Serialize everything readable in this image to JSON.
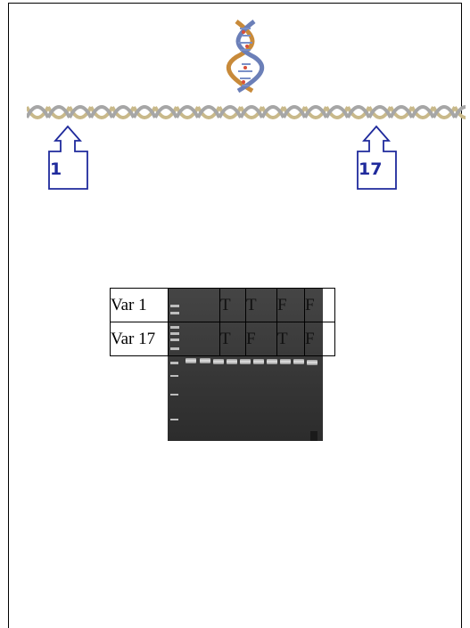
{
  "markers": {
    "left": "1",
    "right": "17"
  },
  "table": {
    "rows": [
      {
        "label": "Var 1",
        "values": [
          "T",
          "T",
          "F",
          "F"
        ]
      },
      {
        "label": "Var 17",
        "values": [
          "T",
          "F",
          "T",
          "F"
        ]
      }
    ]
  },
  "colors": {
    "arrow": "#1f2a9c",
    "gel_background": "#3a3a3a",
    "band": "#d9d9d9",
    "dna_strand": "#c9b98a"
  },
  "icons": {
    "dna_vertical": "dna-helix-icon",
    "dna_horizontal": "dna-strand-icon",
    "arrow": "up-arrow-callout-icon"
  }
}
